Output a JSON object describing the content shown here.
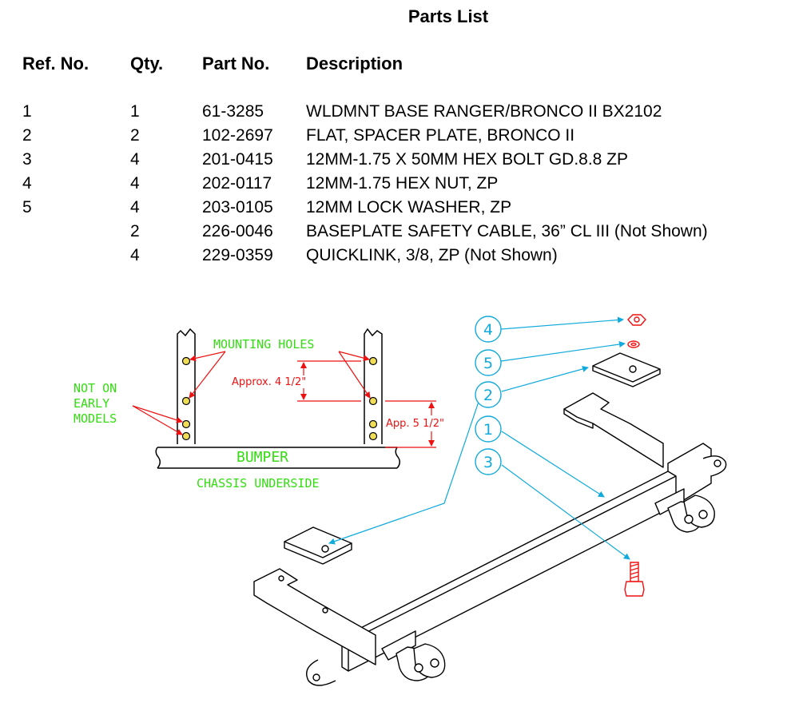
{
  "title": "Parts List",
  "headers": {
    "ref": "Ref. No.",
    "qty": "Qty.",
    "part": "Part No.",
    "desc": "Description"
  },
  "parts": [
    {
      "ref": "1",
      "qty": "1",
      "part": "61-3285",
      "desc": "WLDMNT BASE RANGER/BRONCO II BX2102"
    },
    {
      "ref": "2",
      "qty": "2",
      "part": "102-2697",
      "desc": "FLAT, SPACER PLATE, BRONCO II"
    },
    {
      "ref": "3",
      "qty": "4",
      "part": "201-0415",
      "desc": "12MM-1.75 X 50MM HEX BOLT GD.8.8 ZP"
    },
    {
      "ref": "4",
      "qty": "4",
      "part": "202-0117",
      "desc": "12MM-1.75 HEX NUT, ZP"
    },
    {
      "ref": "5",
      "qty": "4",
      "part": "203-0105",
      "desc": "12MM LOCK WASHER, ZP"
    },
    {
      "ref": "",
      "qty": "2",
      "part": "226-0046",
      "desc": "BASEPLATE SAFETY CABLE, 36” CL III (Not Shown)"
    },
    {
      "ref": "",
      "qty": "4",
      "part": "229-0359",
      "desc": "QUICKLINK, 3/8, ZP (Not Shown)"
    }
  ],
  "diagram": {
    "mounting_holes": "MOUNTING HOLES",
    "not_on_1": "NOT ON",
    "not_on_2": "EARLY",
    "not_on_3": "MODELS",
    "approx_4": "Approx. 4 1/2\"",
    "approx_5": "App. 5 1/2\"",
    "bumper": "BUMPER",
    "chassis": "CHASSIS UNDERSIDE",
    "callouts": [
      "4",
      "5",
      "2",
      "1",
      "3"
    ]
  },
  "colors": {
    "green": "#33dd11",
    "red": "#ee1111",
    "cyan": "#11aadd"
  }
}
